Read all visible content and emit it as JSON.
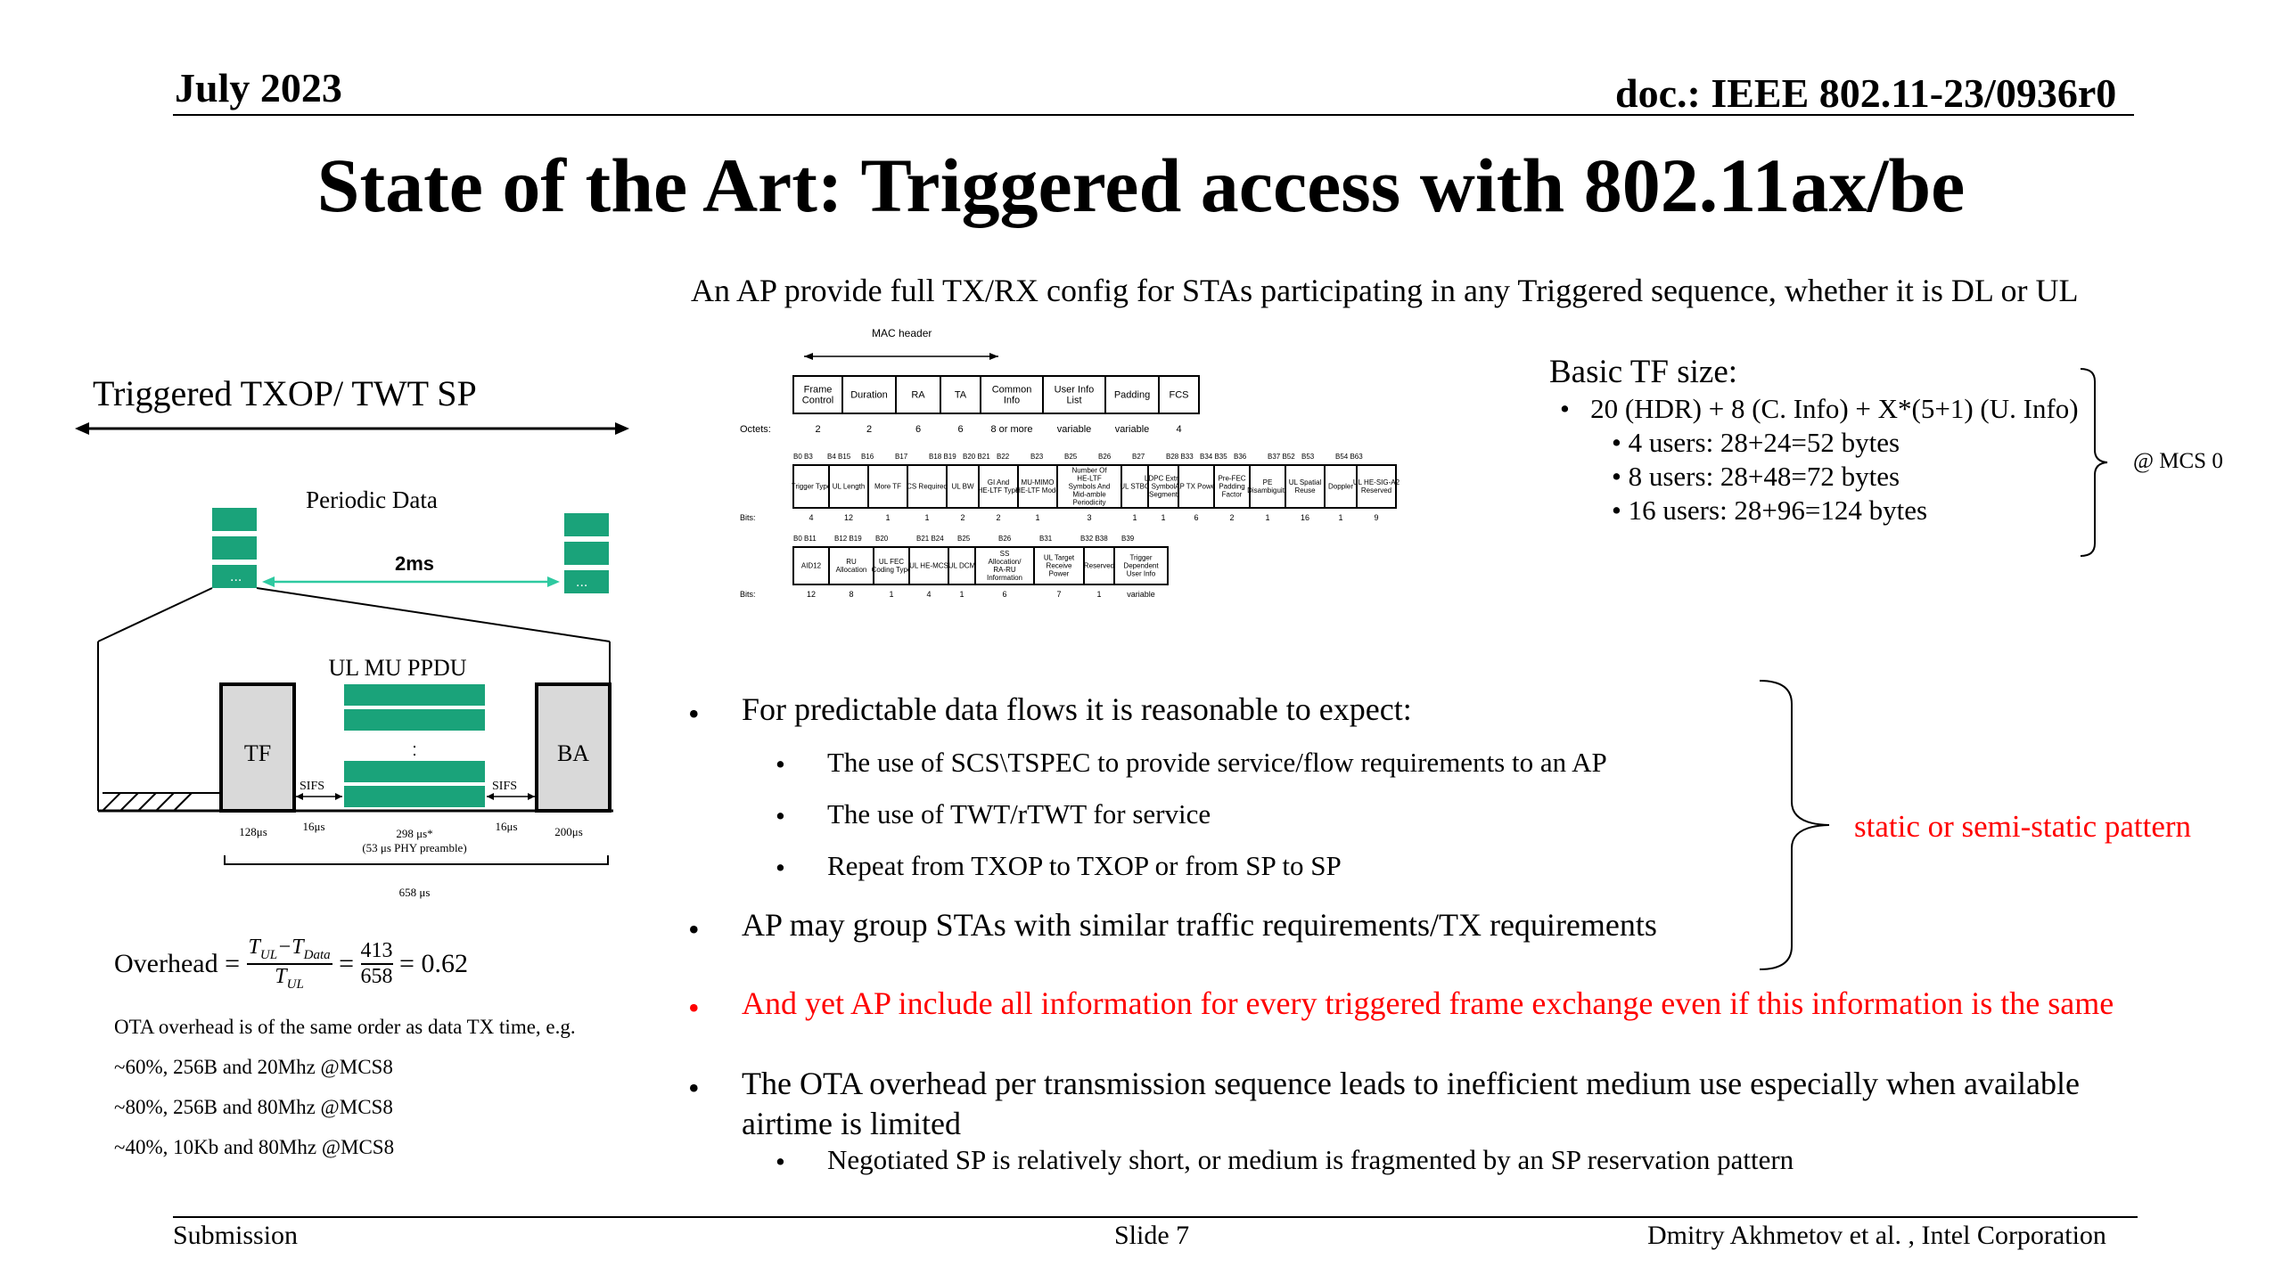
{
  "header": {
    "date": "July 2023",
    "doc": "doc.: IEEE 802.11-23/0936r0"
  },
  "title": "State of the Art: Triggered access with 802.11ax/be",
  "intro": "An AP provide full TX/RX config for STAs participating in any Triggered sequence, whether it is DL or UL",
  "frame_figure": {
    "mac_header": "MAC header",
    "row1_fields": [
      "Frame Control",
      "Duration",
      "RA",
      "TA",
      "Common Info",
      "User Info List",
      "Padding",
      "FCS"
    ],
    "row1_octets_label": "Octets:",
    "row1_octets": [
      "2",
      "2",
      "6",
      "6",
      "8 or more",
      "variable",
      "variable",
      "4"
    ],
    "row2_bits_top": [
      "B0  B3",
      "B4  B15",
      "B16",
      "B17",
      "B18 B19",
      "B20  B21",
      "B22",
      "B23",
      "B25",
      "B26",
      "B27",
      "B28  B33",
      "B34  B35",
      "B36",
      "B37  B52",
      "B53",
      "B54  B63"
    ],
    "row2_fields": [
      "Trigger Type",
      "UL Length",
      "More TF",
      "CS Required",
      "UL BW",
      "GI And HE-LTF Type",
      "MU-MIMO HE-LTF Mode",
      "Number Of HE-LTF Symbols And Mid-amble Periodicity",
      "UL STBC",
      "LDPC Extra Symbol Segment",
      "AP TX Power",
      "Pre-FEC Padding Factor",
      "PE Disambiguity",
      "UL Spatial Reuse",
      "Doppler",
      "UL HE-SIG-A2 Reserved"
    ],
    "row2_bits_label": "Bits:",
    "row2_bits": [
      "4",
      "12",
      "1",
      "1",
      "2",
      "2",
      "1",
      "3",
      "1",
      "1",
      "6",
      "2",
      "1",
      "16",
      "1",
      "9"
    ],
    "row3_bits_top": [
      "B0  B11",
      "B12  B19",
      "B20",
      "B21 B24",
      "B25",
      "B26",
      "B31",
      "B32  B38",
      "B39"
    ],
    "row3_fields": [
      "AID12",
      "RU Allocation",
      "UL FEC Coding Type",
      "UL HE-MCS",
      "UL DCM",
      "SS Allocation/ RA-RU Information",
      "UL Target Receive Power",
      "Reserved",
      "Trigger Dependent User Info"
    ],
    "row3_bits_label": "Bits:",
    "row3_bits": [
      "12",
      "8",
      "1",
      "4",
      "1",
      "6",
      "7",
      "1",
      "variable"
    ]
  },
  "basic_tf": {
    "title": "Basic TF size:",
    "items": [
      "20 (HDR) + 8 (C. Info) + X*(5+1) (U. Info)",
      "4 users: 28+24=52 bytes",
      "8 users: 28+48=72 bytes",
      "16 users: 28+96=124 bytes"
    ],
    "mcs_note": "@ MCS 0"
  },
  "left_diagram": {
    "title": "Triggered TXOP/ TWT SP",
    "periodic": "Periodic Data",
    "interval": "2ms",
    "ellipsis": "...",
    "ppdu": "UL MU PPDU",
    "tf": "TF",
    "ba": "BA",
    "sifs": "SIFS",
    "colon": ":",
    "t_tf": "128μs",
    "t_sifs1": "16μs",
    "t_data": "298 μs*",
    "t_preamble": "(53 μs PHY preamble)",
    "t_sifs2": "16μs",
    "t_ba": "200μs",
    "t_total": "658 μs"
  },
  "overhead": {
    "label": "Overhead =",
    "num": "T",
    "num_sub1": "UL",
    "minus": "−T",
    "num_sub2": "Data",
    "den": "T",
    "den_sub": "UL",
    "eq1": "=",
    "frac_num": "413",
    "frac_den": "658",
    "result": "= 0.62"
  },
  "ota_notes": [
    "OTA overhead is of the same order as data TX time, e.g.",
    "~60%, 256B and 20Mhz @MCS8",
    "~80%, 256B and 80Mhz @MCS8",
    "~40%, 10Kb and 80Mhz @MCS8"
  ],
  "bullets": {
    "b1": "For predictable data flows it is reasonable to expect:",
    "b1_subs": [
      "The use of SCS\\TSPEC to provide service/flow requirements to an AP",
      "The use of TWT/rTWT for service",
      "Repeat from TXOP to TXOP or from SP to SP"
    ],
    "b2": "AP may group STAs with similar traffic requirements/TX requirements",
    "brace_label": "static or semi-static pattern",
    "b3": "And yet AP include all information for every triggered frame exchange even if this information is the same",
    "b4_line1": "The OTA overhead per transmission sequence leads to inefficient medium use especially when available",
    "b4_line2": "airtime is limited",
    "b4_sub": "Negotiated SP is relatively short, or medium is fragmented by an SP reservation pattern",
    "bullet_char": "•"
  },
  "footer": {
    "left": "Submission",
    "center": "Slide 7",
    "right": "Dmitry Akhmetov et al. , Intel Corporation"
  },
  "colors": {
    "accent_red": "#ff0000",
    "block_green": "#1aa37a",
    "arrow_cyan": "#2ec9a0"
  }
}
